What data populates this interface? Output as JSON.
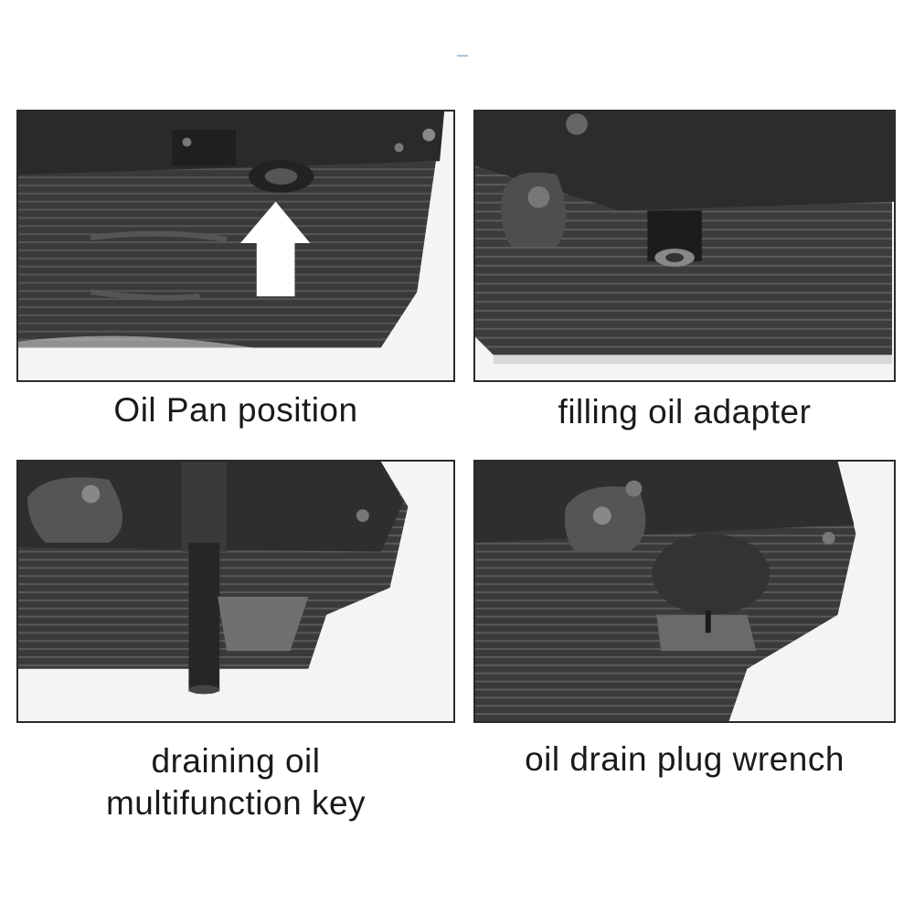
{
  "panels": [
    {
      "id": "oil-pan-position",
      "caption": [
        "Oil Pan position"
      ]
    },
    {
      "id": "filling-oil-adapter",
      "caption": [
        "filling oil adapter"
      ]
    },
    {
      "id": "draining-oil-key",
      "caption": [
        "draining oil",
        "multifunction key"
      ]
    },
    {
      "id": "drain-plug-wrench",
      "caption": [
        "oil drain plug wrench"
      ]
    }
  ],
  "icons": {
    "panel1_marker": "up-arrow-icon"
  },
  "colors": {
    "background": "#ffffff",
    "photo_dark": "#2b2b2b",
    "photo_mid": "#4a4a4a",
    "photo_light": "#8a8a8a",
    "border": "#2a2a2a",
    "text": "#1a1a1a"
  }
}
